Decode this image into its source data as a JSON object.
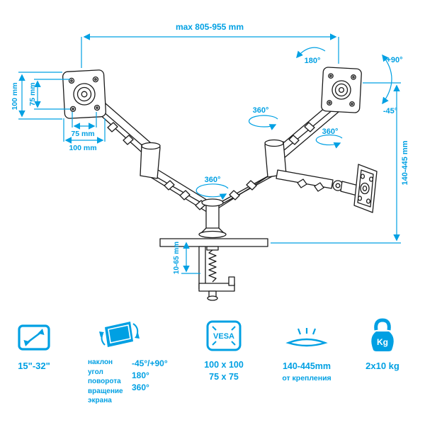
{
  "colors": {
    "accent": "#00a0e3",
    "ink": "#1a1a1a",
    "background": "#ffffff"
  },
  "diagram": {
    "dim_top_width": "max 805-955 mm",
    "dim_plate_height_outer": "100 mm",
    "dim_plate_height_inner": "75 mm",
    "dim_plate_width_inner": "75 mm",
    "dim_plate_width_outer": "100 mm",
    "rotation_180": "180°",
    "tilt_up": "+90°",
    "tilt_down": "-45°",
    "rotation_arm": "360°",
    "rotation_elbow": "360°",
    "rotation_base": "360°",
    "dim_height_range": "140-445 mm",
    "dim_clamp_range": "10-65 mm"
  },
  "features": {
    "screen_size": {
      "value": "15\"-32\""
    },
    "tilt": {
      "labels": [
        "наклон",
        "угол",
        "поворота",
        "вращение",
        "экрана"
      ],
      "values": [
        "-45°/+90°",
        "180°",
        "360°"
      ]
    },
    "vesa": {
      "icon_label": "VESA",
      "values": [
        "100 x 100",
        "75 x 75"
      ]
    },
    "height": {
      "value": "140-445mm",
      "label": "от крепления"
    },
    "weight": {
      "icon_label": "Kg",
      "value": "2x10 kg"
    }
  }
}
